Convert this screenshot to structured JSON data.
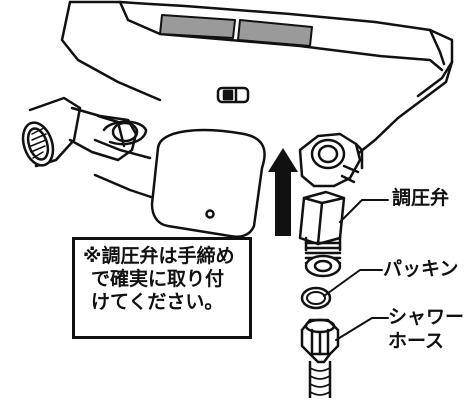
{
  "labels": {
    "pressure_valve": "調圧弁",
    "packing": "パッキン",
    "shower_hose_line1": "シャワー",
    "shower_hose_line2": "ホース"
  },
  "note": {
    "lines": [
      "※調圧弁は手締め",
      "で確実に取り付",
      "けてください。"
    ]
  },
  "colors": {
    "line": "#111111",
    "background": "#ffffff",
    "window": "#9a9a9a"
  },
  "icons": {
    "up_arrow": "arrow-up-icon"
  }
}
